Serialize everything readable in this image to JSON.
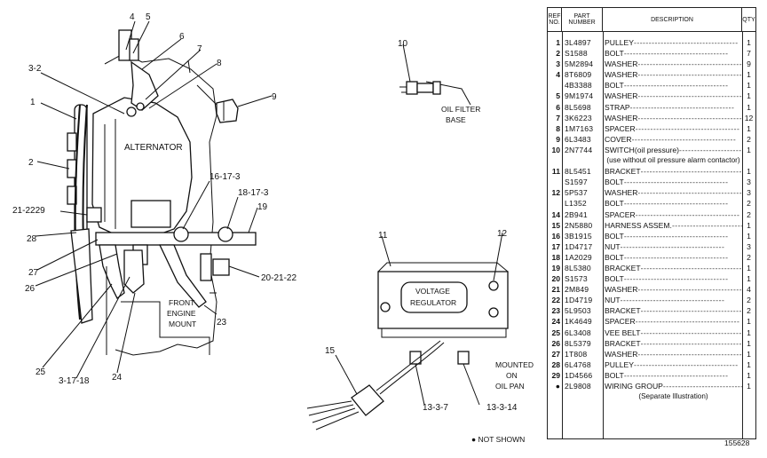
{
  "drawing": {
    "labels": {
      "alternator": "ALTERNATOR",
      "oil_filter_base": [
        "OIL FILTER",
        "BASE"
      ],
      "front_engine_mount": [
        "FRONT",
        "ENGINE",
        "MOUNT"
      ],
      "voltage_regulator": [
        "VOLTAGE",
        "REGULATOR"
      ],
      "mounted_on_oil_pan": [
        "MOUNTED",
        "ON",
        "OIL PAN"
      ]
    },
    "callouts": {
      "c1": "1",
      "c2": "2",
      "c3_2": "3-2",
      "c4": "4",
      "c5": "5",
      "c6": "6",
      "c7": "7",
      "c8": "8",
      "c9": "9",
      "c10": "10",
      "c11": "11",
      "c12": "12",
      "c15": "15",
      "c16_17_3": "16-17-3",
      "c18_17_3": "18-17-3",
      "c19": "19",
      "c20_21_22": "20-21-22",
      "c21_22_29": "21-2229",
      "c23": "23",
      "c24": "24",
      "c25": "25",
      "c26": "26",
      "c27": "27",
      "c28": "28",
      "c3_17_18": "3-17-18",
      "c13_3_7": "13-3-7",
      "c13_3_14": "13-3-14"
    }
  },
  "table": {
    "headers": {
      "ref": [
        "REF",
        "NO."
      ],
      "part": [
        "PART",
        "NUMBER"
      ],
      "desc": "DESCRIPTION",
      "qty": "QTY"
    },
    "rows": [
      {
        "ref": "1",
        "pn": "3L4897",
        "desc": "PULLEY",
        "qty": "1"
      },
      {
        "ref": "2",
        "pn": "S1588",
        "desc": "BOLT",
        "qty": "7"
      },
      {
        "ref": "3",
        "pn": "5M2894",
        "desc": "WASHER",
        "qty": "9"
      },
      {
        "ref": "4",
        "pn": "8T6809",
        "desc": "WASHER",
        "qty": "1"
      },
      {
        "ref": "",
        "pn": "4B3388",
        "desc": "BOLT",
        "qty": "1"
      },
      {
        "ref": "5",
        "pn": "9M1974",
        "desc": "WASHER",
        "qty": "1"
      },
      {
        "ref": "6",
        "pn": "8L5698",
        "desc": "STRAP",
        "qty": "1"
      },
      {
        "ref": "7",
        "pn": "3K6223",
        "desc": "WASHER",
        "qty": "12"
      },
      {
        "ref": "8",
        "pn": "1M7163",
        "desc": "SPACER",
        "qty": "1"
      },
      {
        "ref": "9",
        "pn": "6L3483",
        "desc": "COVER",
        "qty": "2"
      },
      {
        "ref": "10",
        "pn": "2N7744",
        "desc": "SWITCH(oil pressure)",
        "qty": "1"
      },
      {
        "ref": "",
        "pn": "",
        "desc": "(use without oil pressure alarm contactor)",
        "qty": "",
        "note": true
      },
      {
        "ref": "11",
        "pn": "8L5451",
        "desc": "BRACKET",
        "qty": "1"
      },
      {
        "ref": "",
        "pn": "S1597",
        "desc": "BOLT",
        "qty": "3"
      },
      {
        "ref": "12",
        "pn": "5P537",
        "desc": "WASHER",
        "qty": "3"
      },
      {
        "ref": "",
        "pn": "L1352",
        "desc": "BOLT",
        "qty": "2"
      },
      {
        "ref": "14",
        "pn": "2B941",
        "desc": "SPACER",
        "qty": "2"
      },
      {
        "ref": "15",
        "pn": "2N5880",
        "desc": "HARNESS ASSEM.",
        "qty": "1"
      },
      {
        "ref": "16",
        "pn": "3B1915",
        "desc": "BOLT",
        "qty": "1"
      },
      {
        "ref": "17",
        "pn": "1D4717",
        "desc": "NUT",
        "qty": "3"
      },
      {
        "ref": "18",
        "pn": "1A2029",
        "desc": "BOLT",
        "qty": "2"
      },
      {
        "ref": "19",
        "pn": "8L5380",
        "desc": "BRACKET",
        "qty": "1"
      },
      {
        "ref": "20",
        "pn": "S1573",
        "desc": "BOLT",
        "qty": "1"
      },
      {
        "ref": "21",
        "pn": "2M849",
        "desc": "WASHER",
        "qty": "4"
      },
      {
        "ref": "22",
        "pn": "1D4719",
        "desc": "NUT",
        "qty": "2"
      },
      {
        "ref": "23",
        "pn": "5L9503",
        "desc": "BRACKET",
        "qty": "2"
      },
      {
        "ref": "24",
        "pn": "1K4649",
        "desc": "SPACER",
        "qty": "1"
      },
      {
        "ref": "25",
        "pn": "6L3408",
        "desc": "VEE BELT",
        "qty": "1"
      },
      {
        "ref": "26",
        "pn": "8L5379",
        "desc": "BRACKET",
        "qty": "1"
      },
      {
        "ref": "27",
        "pn": "1T808",
        "desc": "WASHER",
        "qty": "1"
      },
      {
        "ref": "28",
        "pn": "6L4768",
        "desc": "PULLEY",
        "qty": "1"
      },
      {
        "ref": "29",
        "pn": "1D4566",
        "desc": "BOLT",
        "qty": "1"
      },
      {
        "ref": "●",
        "pn": "2L9808",
        "desc": "WIRING GROUP",
        "qty": "1"
      },
      {
        "ref": "",
        "pn": "",
        "desc": "(Separate Illustration)",
        "qty": "",
        "note": true
      }
    ]
  },
  "footer": {
    "not_shown": "● NOT SHOWN",
    "drawing_number": "155628"
  }
}
